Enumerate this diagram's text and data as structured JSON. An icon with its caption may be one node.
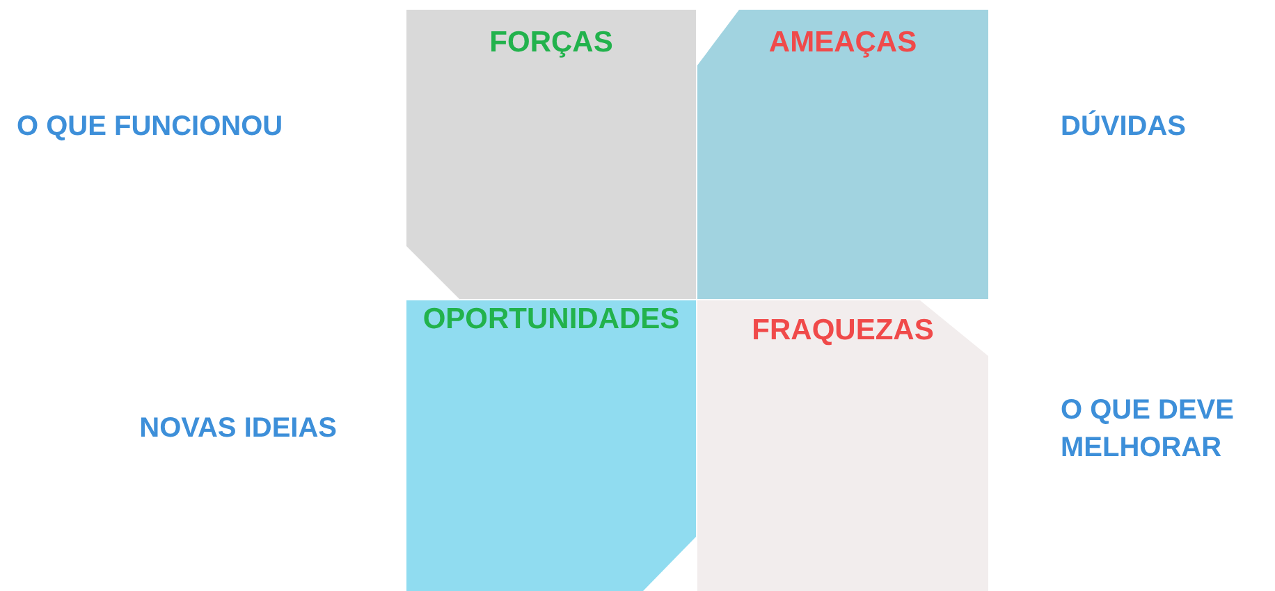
{
  "diagram": {
    "nodes": [
      {
        "text": [
          "FORÇAS"
        ]
      },
      {
        "text": [
          "AMEAÇAS"
        ]
      },
      {
        "text": [
          "OPORTUNIDADES"
        ]
      },
      {
        "text": [
          "FRAQUEZAS"
        ]
      }
    ],
    "labels": [
      "O QUE FUNCIONOU",
      "DÚVIDAS",
      "NOVAS IDEIAS",
      "O QUE DEVE MELHORAR"
    ]
  }
}
